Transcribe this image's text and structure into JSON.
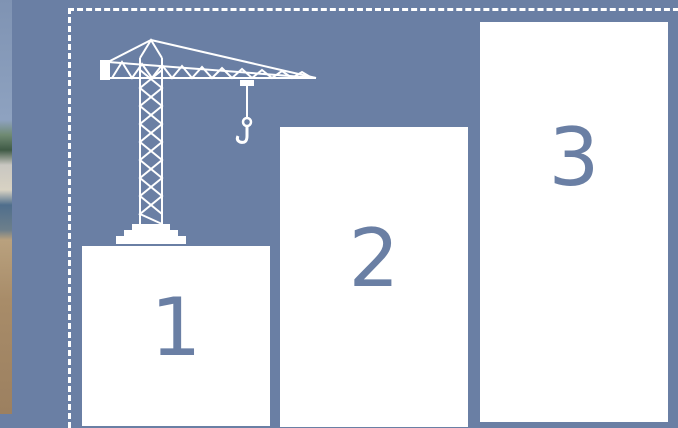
{
  "steps": [
    {
      "label": "1"
    },
    {
      "label": "2"
    },
    {
      "label": "3"
    }
  ],
  "icons": {
    "crane": "crane-icon",
    "hook": "hook-icon"
  },
  "colors": {
    "background": "#6a7fa4",
    "block": "#ffffff",
    "number": "#6a7fa4",
    "dashed_border": "#ffffff"
  }
}
